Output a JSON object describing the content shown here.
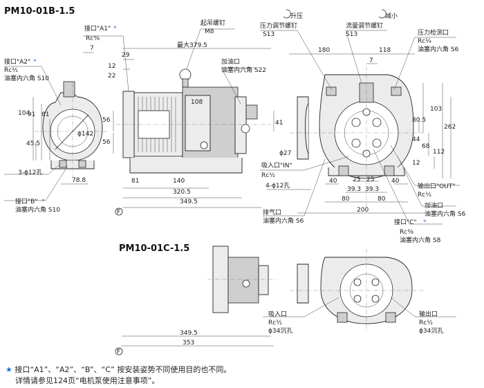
{
  "models": {
    "primary": "PM10-01B-1.5",
    "secondary": "PM10-01C-1.5"
  },
  "callouts": {
    "a1_label": "接口\"A1\"",
    "a1_thread": "Rc⅜",
    "a2_label": "接口\"A2\"",
    "a2_thread": "Rc½",
    "a2_plug": "油塞内六角 S10",
    "b_label": "接口\"B\"",
    "b_plug": "油塞内六角 S10",
    "c_label": "接口\"C\"",
    "c_thread": "Rc⅜",
    "c_plug": "油塞内六角 S8",
    "lift_bolt": "起吊螺钉",
    "lift_bolt_size": "M8",
    "fill_port": "加油口",
    "fill_plug": "油塞内六角 S22",
    "pressure_screw": "压力调节螺钉",
    "pressure_screw_size": "S13",
    "flow_screw": "流量调节螺钉",
    "flow_screw_size": "S13",
    "pressure_up": "升压",
    "flow_down": "减小",
    "gauge_port": "压力检测口",
    "gauge_thread": "Rc¼",
    "gauge_plug": "油塞内六角 S6",
    "inlet_label": "吸入口\"IN\"",
    "inlet_thread": "Rc½",
    "outlet_label": "输出口\"OUT\"",
    "outlet_thread": "Rc½",
    "vent_label": "排气口",
    "vent_plug": "油塞内六角 S6",
    "fill2_label": "加油口",
    "fill2_plug": "油塞内六角 S6",
    "mount_holes": "3-ϕ12孔",
    "mount_holes_4": "4-ϕ12孔",
    "inlet2_label": "吸入口",
    "inlet2_thread": "Rc½",
    "inlet2_bore": "ϕ34沉孔",
    "outlet2_label": "输出口",
    "outlet2_thread": "Rc½",
    "outlet2_bore": "ϕ34沉孔"
  },
  "dimensions": {
    "d_7": "7",
    "d_29": "29",
    "d_12": "12",
    "d_max": "最大379.5",
    "d_22": "22",
    "d_104": "104",
    "d_91": "91",
    "d_81a": "81",
    "d_45_5": "45.5",
    "d_142": "ϕ142",
    "d_56a": "56",
    "d_56b": "56",
    "d_108": "108",
    "d_78_8": "78.8",
    "d_81b": "81",
    "d_140": "140",
    "d_320_5": "320.5",
    "d_349_5": "349.5",
    "d_41": "41",
    "d_27": "ϕ27",
    "d_180": "180",
    "d_118": "118",
    "d_7b": "7",
    "d_103": "103",
    "d_80_5": "80.5",
    "d_44": "44",
    "d_68": "68",
    "d_262": "262",
    "d_112": "112",
    "d_12b": "12",
    "d_40a": "40",
    "d_40b": "40",
    "d_25a": "25",
    "d_25b": "25",
    "d_39_3a": "39.3",
    "d_39_3b": "39.3",
    "d_80a": "80",
    "d_80b": "80",
    "d_200": "200",
    "d_349_5b": "349.5",
    "d_353": "353"
  },
  "footnote": {
    "star": "★",
    "line1": "接口“A1”、“A2”、“B”、“C” 按安装姿势不同使用目的也不同。",
    "line2": "详情请参见124页“电机泵使用注意事项”。"
  }
}
